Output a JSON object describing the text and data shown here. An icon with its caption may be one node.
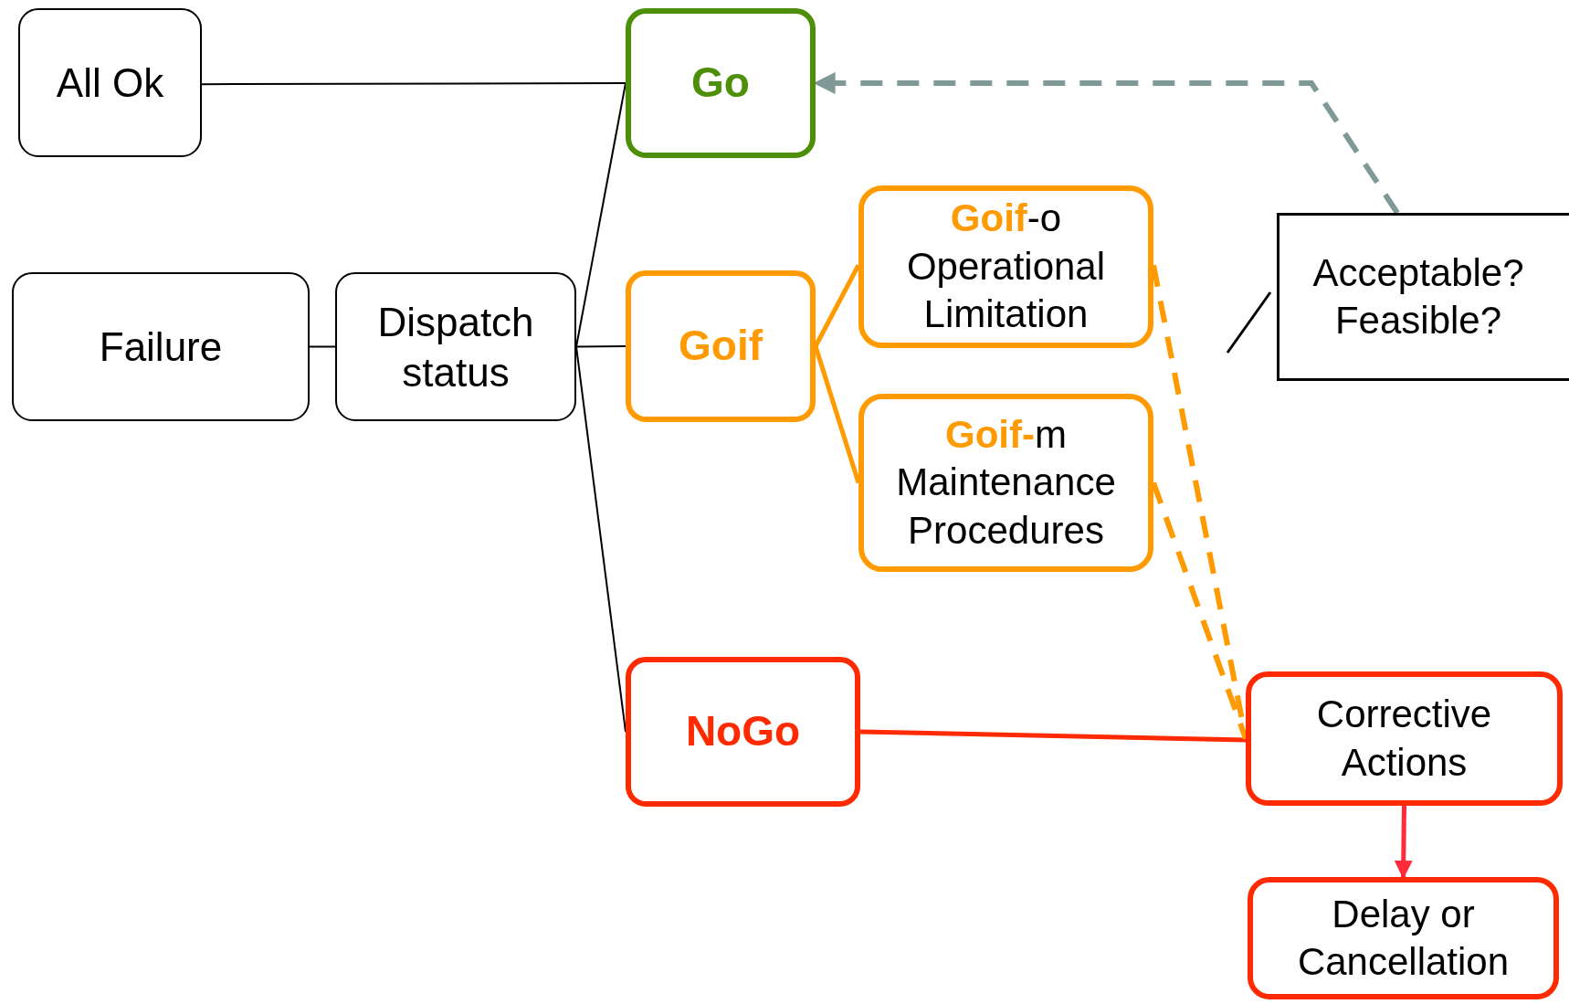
{
  "diagram": {
    "nodes": [
      {
        "text": [
          "All Ok"
        ]
      },
      {
        "text": [
          "Go"
        ]
      },
      {
        "text": [
          "Failure"
        ]
      },
      {
        "text": [
          "Dispatch status"
        ]
      },
      {
        "text": [
          "Goif"
        ]
      },
      {
        "text": [
          "**Goif**-o",
          "Operational Limitation"
        ]
      },
      {
        "text": [
          "Acceptable? Feasible?"
        ]
      },
      {
        "text": [
          "**Goif-**m",
          "Maintenance Procedures"
        ]
      },
      {
        "text": [
          "NoGo"
        ]
      },
      {
        "text": [
          "Corrective Actions"
        ]
      },
      {
        "text": [
          "Delay or Cancellation"
        ]
      }
    ],
    "edges": [
      {
        "from": 0,
        "to": 1,
        "arrow": "none"
      },
      {
        "from": 2,
        "to": 3,
        "arrow": "none"
      },
      {
        "from": 3,
        "to": 1,
        "arrow": "none"
      },
      {
        "from": 3,
        "to": 4,
        "arrow": "none"
      },
      {
        "from": 3,
        "to": 8,
        "arrow": "none"
      },
      {
        "from": 4,
        "to": 5,
        "arrow": "none",
        "color": "#ff9a00"
      },
      {
        "from": 4,
        "to": 7,
        "arrow": "none",
        "color": "#ff9a00"
      },
      {
        "from": 8,
        "to": 9,
        "arrow": "none",
        "color": "#ff2a00"
      },
      {
        "from": 5,
        "to": 9,
        "arrow": "none",
        "style": "dashed",
        "color": "#ff9a00"
      },
      {
        "from": 7,
        "to": 9,
        "arrow": "none",
        "style": "dashed",
        "color": "#ff9a00"
      },
      {
        "from": 9,
        "to": 10,
        "arrow": "to",
        "color": "#ff2a3a"
      },
      {
        "from": 6,
        "to": 1,
        "arrow": "to",
        "style": "dashed",
        "color": "#7f9a96"
      }
    ]
  }
}
